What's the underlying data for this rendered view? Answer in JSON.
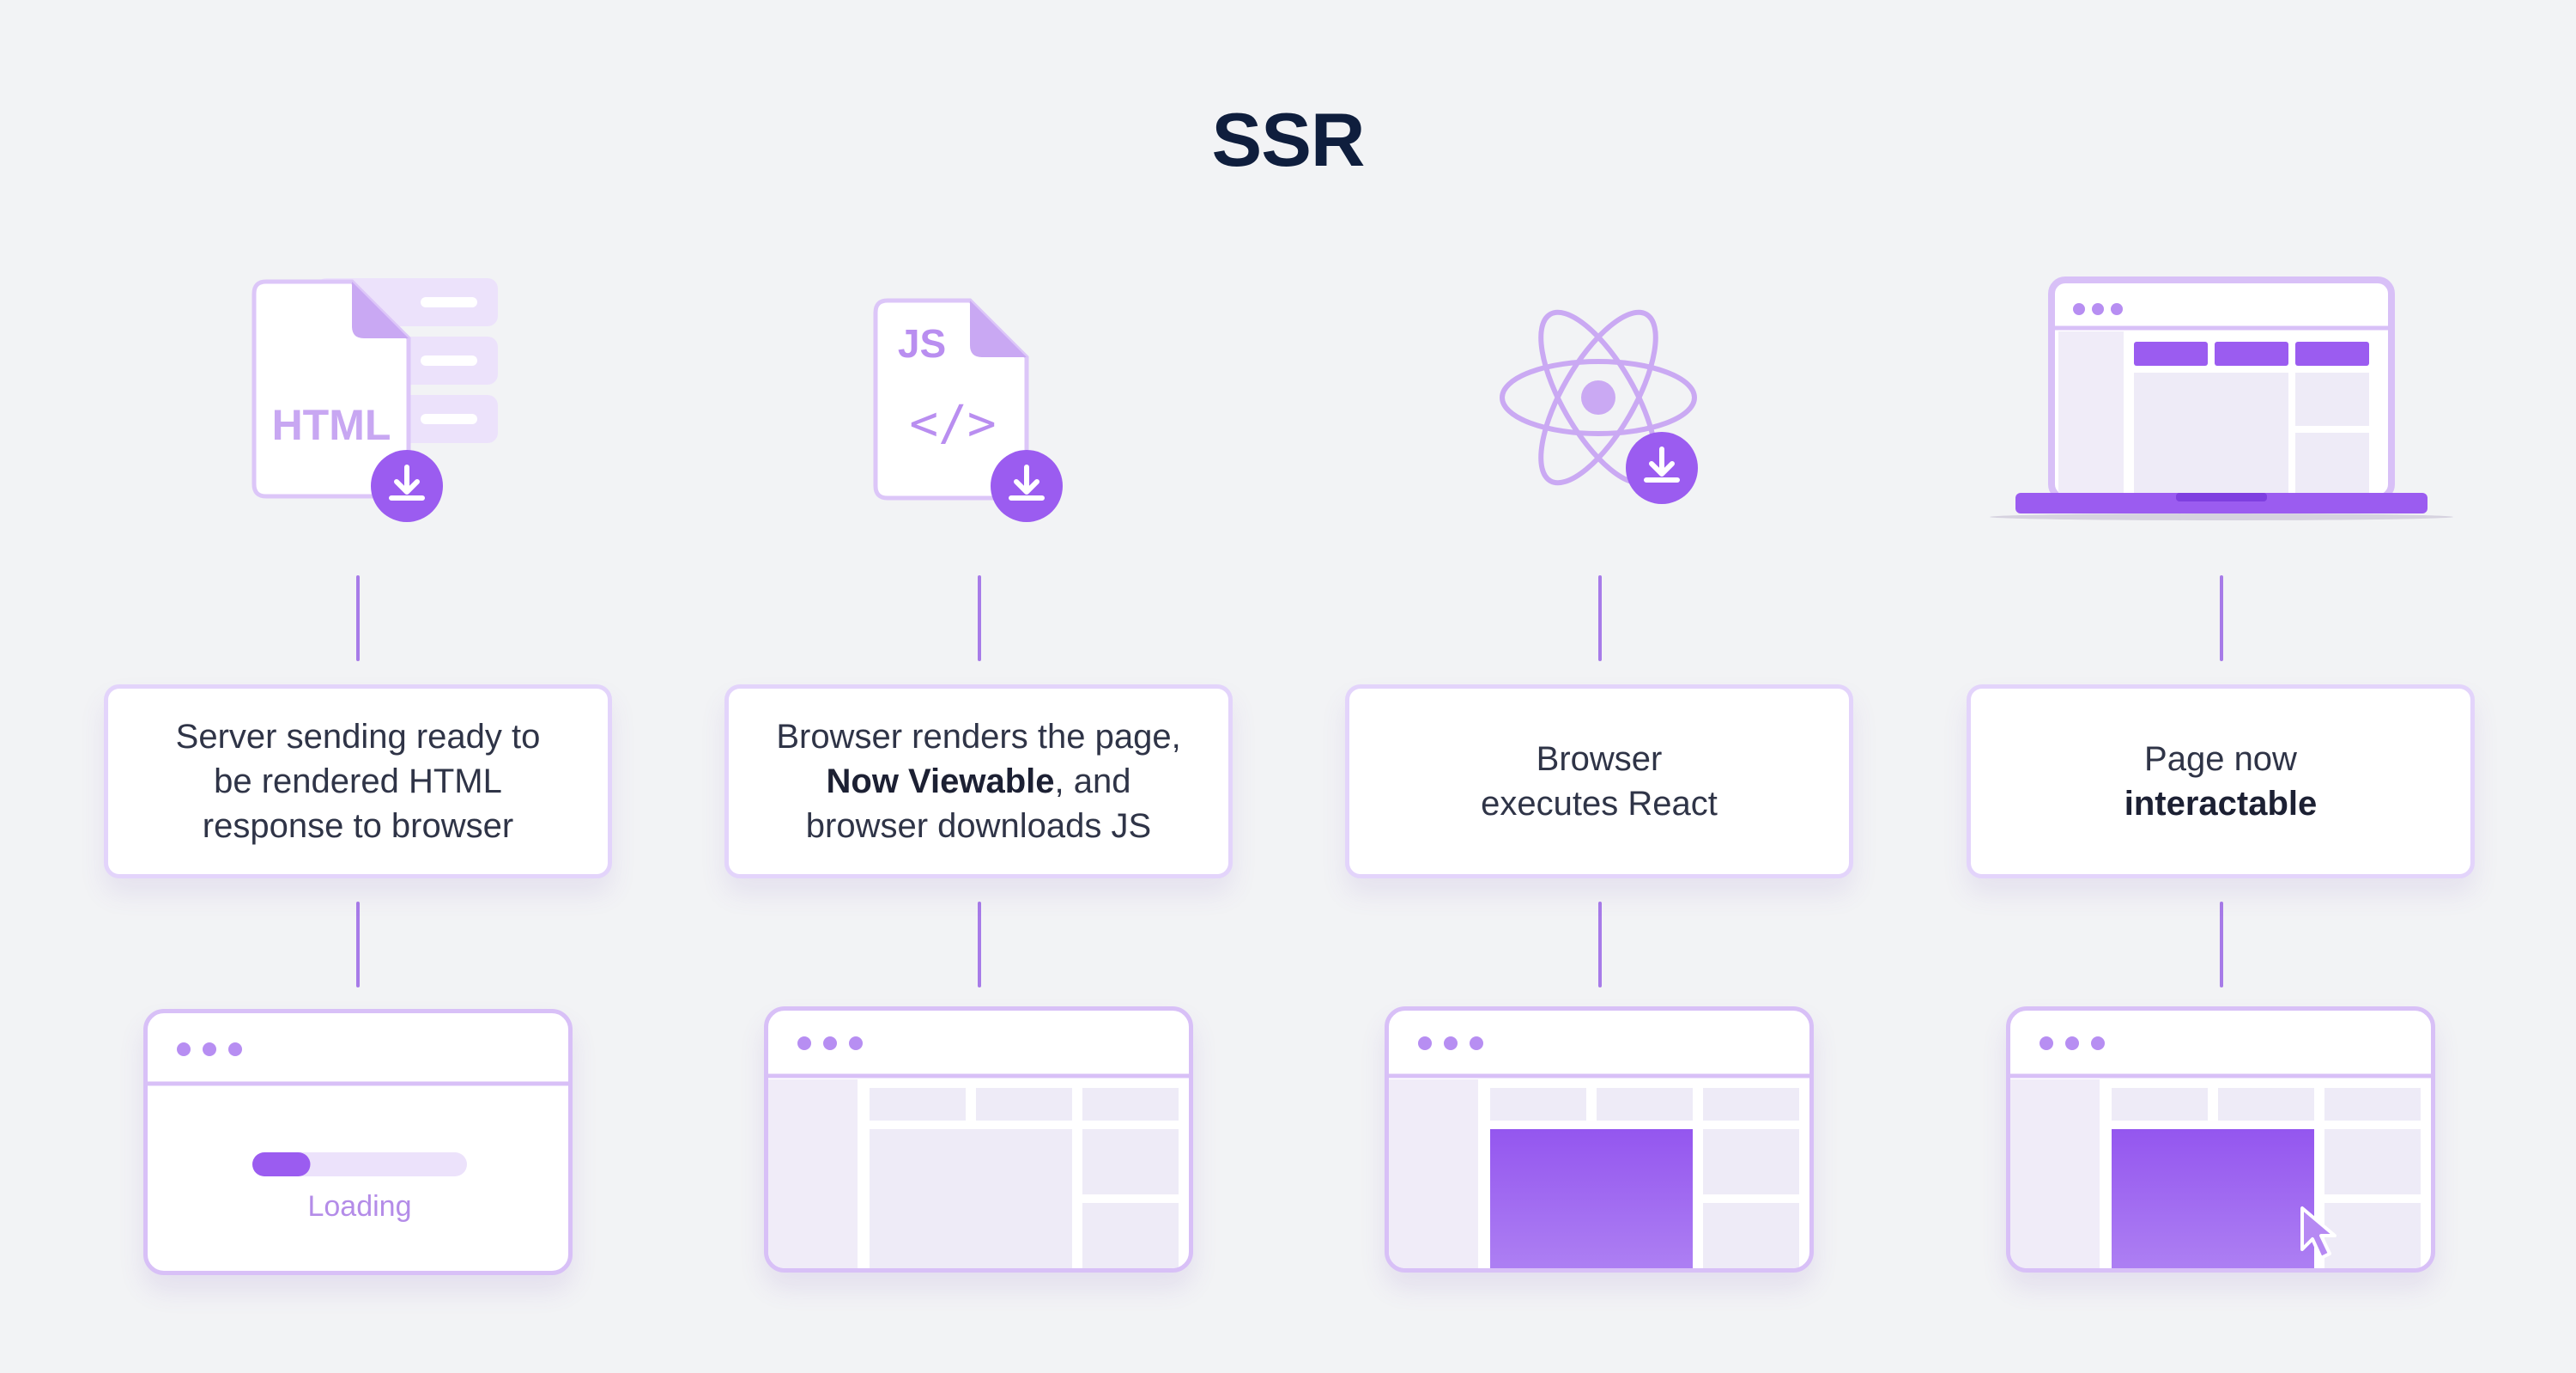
{
  "title": "SSR",
  "steps": [
    {
      "icon_name": "html-file-download-icon",
      "icon_text": "HTML",
      "lines": [
        "Server sending ready to",
        "be rendered HTML",
        "response to browser"
      ]
    },
    {
      "icon_name": "js-file-download-icon",
      "icon_text": "JS",
      "icon_code": "</>",
      "line1": "Browser renders the page,",
      "line2_bold": "Now Viewable",
      "line2_rest": ", and",
      "line3": "browser downloads JS"
    },
    {
      "icon_name": "react-atom-download-icon",
      "lines": [
        "Browser",
        "executes React"
      ]
    },
    {
      "icon_name": "laptop-icon",
      "line1": "Page now",
      "line2_bold": "interactable"
    }
  ],
  "screens": [
    {
      "name": "loading-screen",
      "loading_label": "Loading",
      "progress": 0.27
    },
    {
      "name": "viewable-page-screen"
    },
    {
      "name": "react-executing-screen"
    },
    {
      "name": "interactable-page-screen"
    }
  ],
  "colors": {
    "accent": "#9b5cf0",
    "accent_light": "#d8c0f7",
    "placeholder": "#eeebf7",
    "title": "#0f1e3d",
    "background": "#f2f3f5"
  }
}
